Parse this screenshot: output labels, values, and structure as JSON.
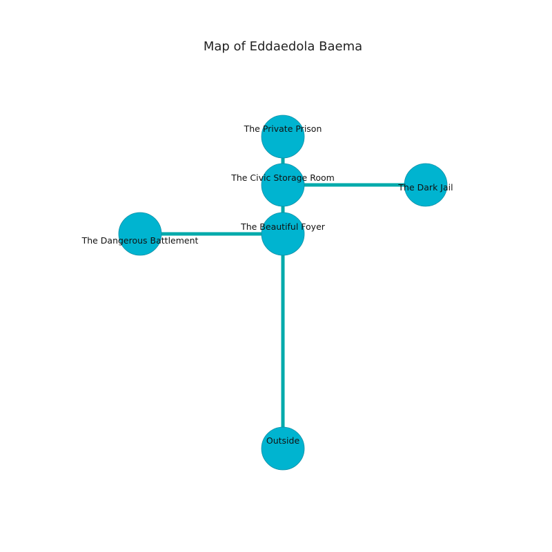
{
  "title": "Map of Eddaedola Baema",
  "colors": {
    "node_fill": "#00b4d0",
    "node_stroke": "#0c8fa6",
    "edge": "#00aaab"
  },
  "rooms": [
    {
      "id": "private_prison",
      "label": "The Private Prison"
    },
    {
      "id": "civic_storage",
      "label": "The Civic Storage Room"
    },
    {
      "id": "dark_jail",
      "label": "The Dark Jail"
    },
    {
      "id": "dangerous_battlement",
      "label": "The Dangerous Battlement"
    },
    {
      "id": "beautiful_foyer",
      "label": "The Beautiful Foyer"
    },
    {
      "id": "outside",
      "label": "Outside"
    }
  ],
  "connections": [
    {
      "from": "private_prison",
      "to": "civic_storage"
    },
    {
      "from": "civic_storage",
      "to": "dark_jail"
    },
    {
      "from": "civic_storage",
      "to": "beautiful_foyer"
    },
    {
      "from": "beautiful_foyer",
      "to": "dangerous_battlement"
    },
    {
      "from": "beautiful_foyer",
      "to": "outside"
    }
  ]
}
